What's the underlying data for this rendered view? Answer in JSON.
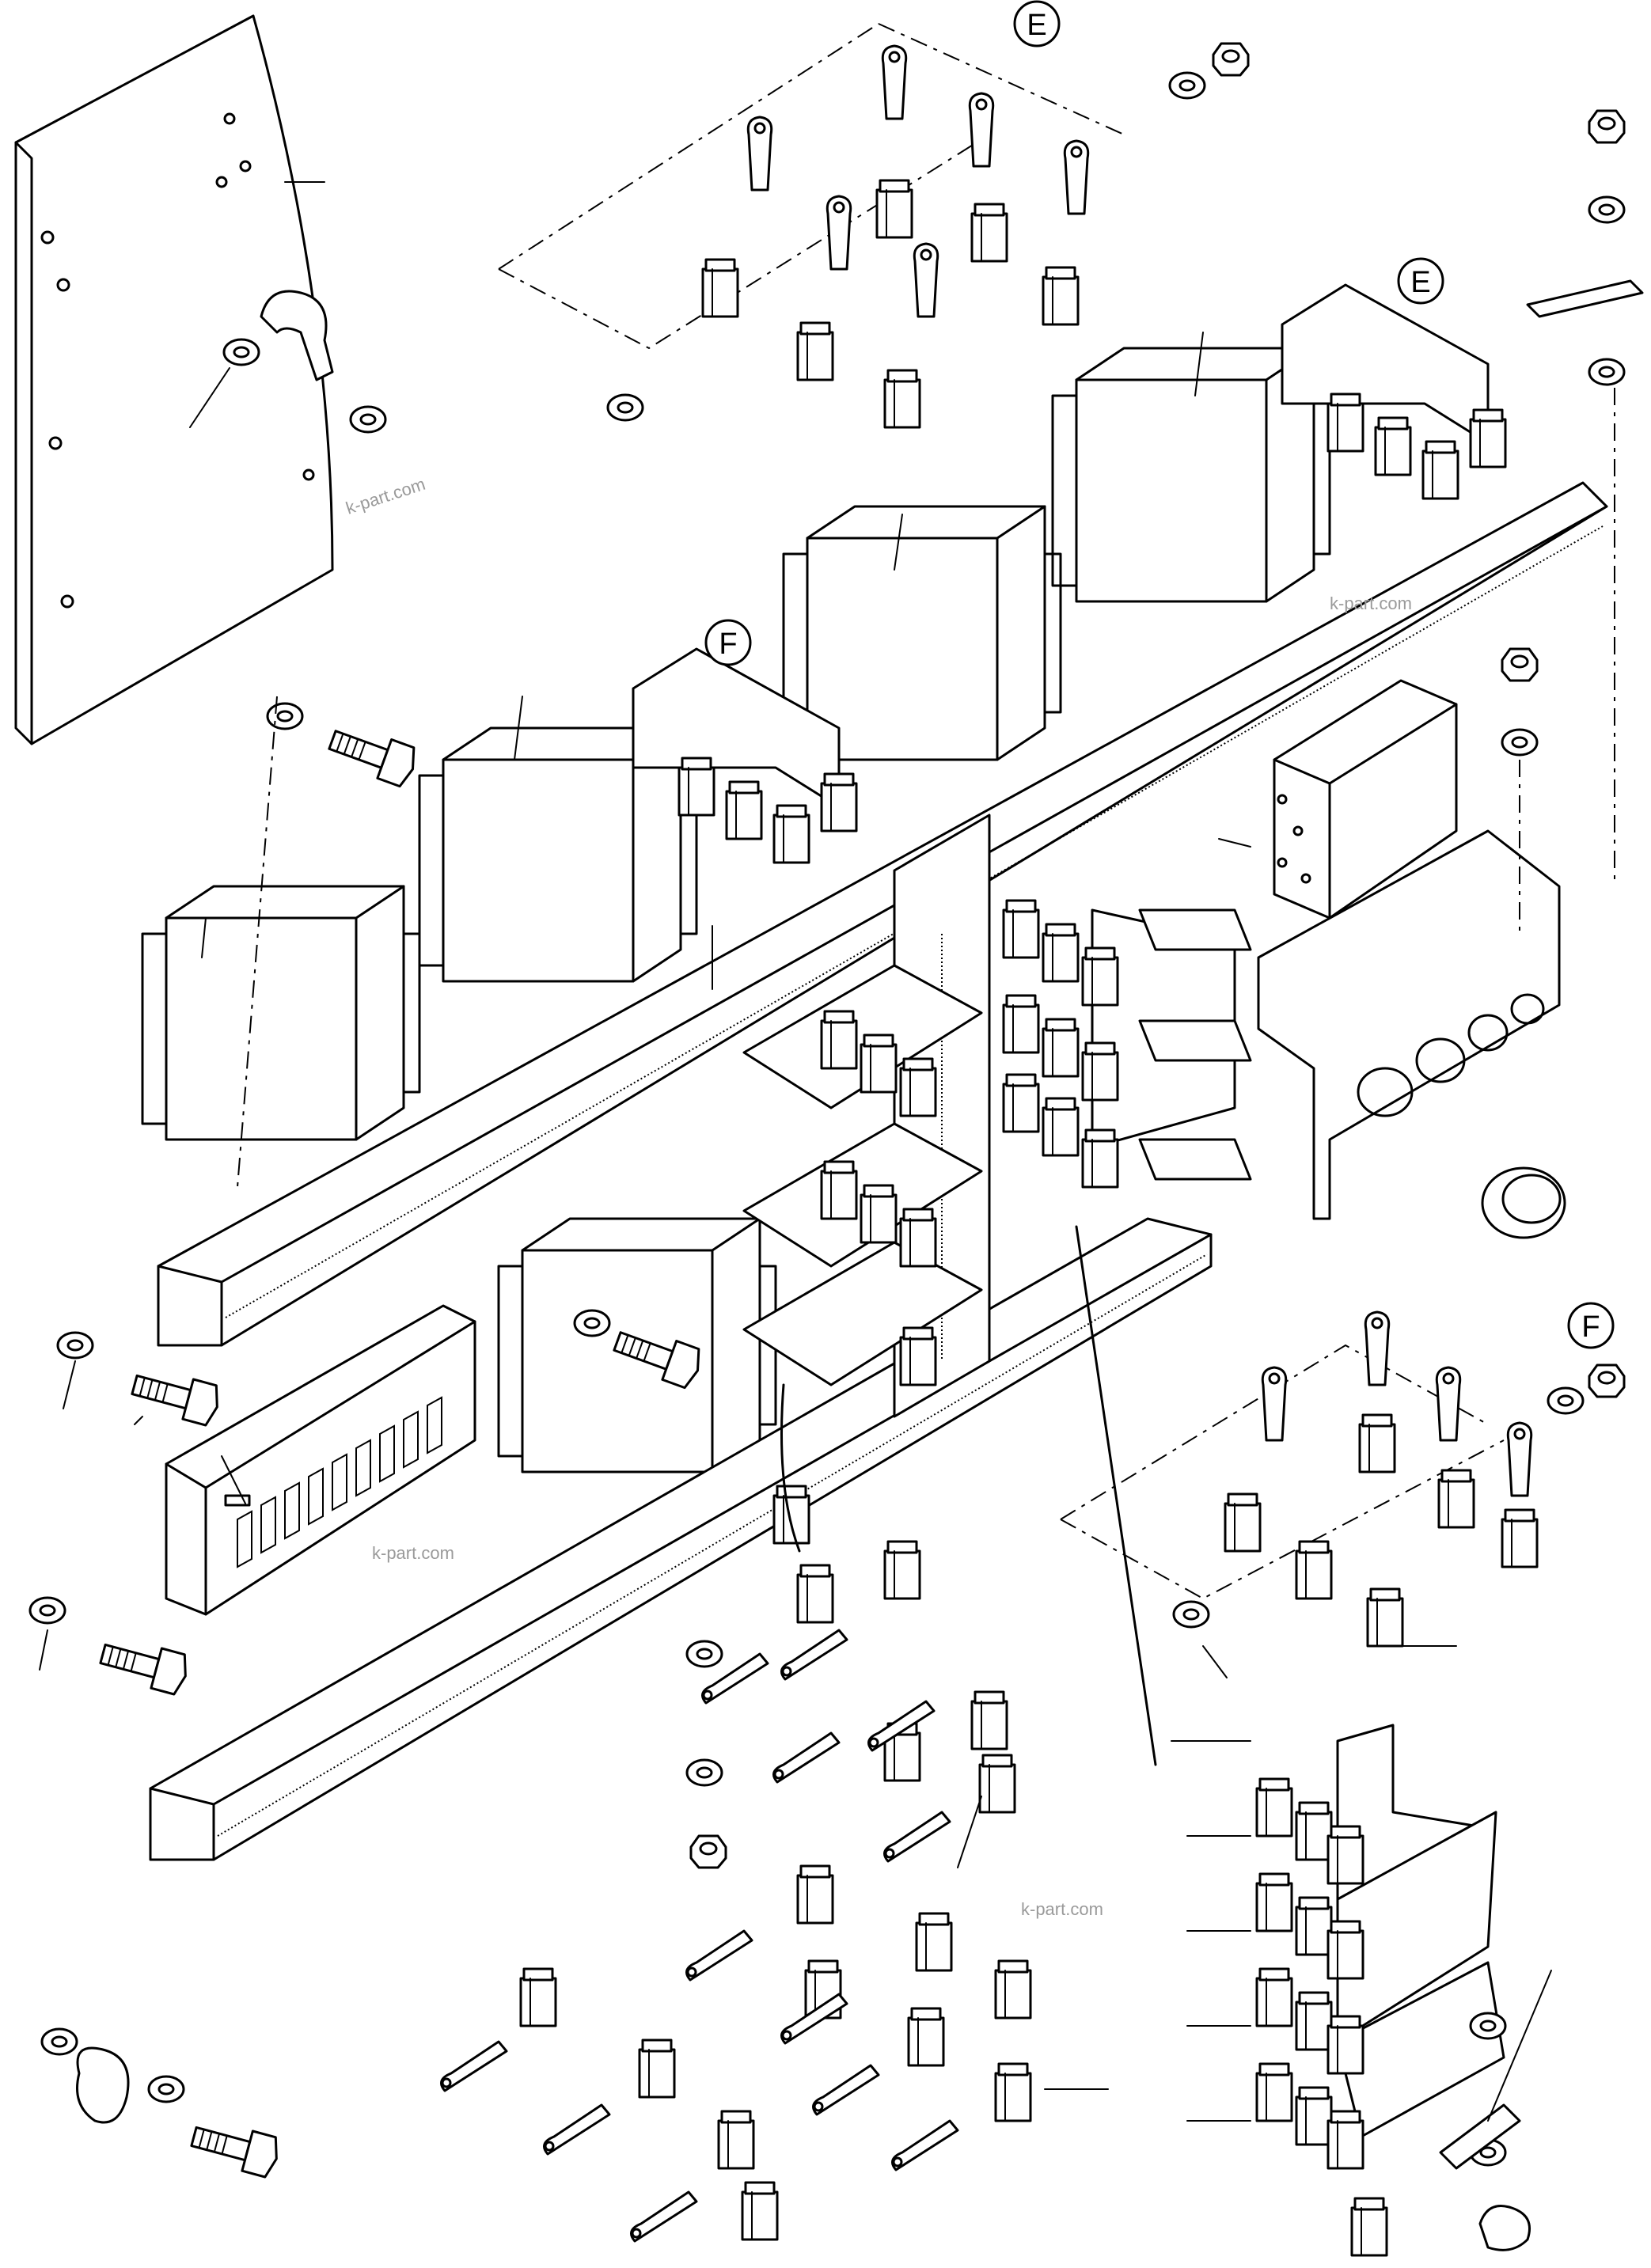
{
  "callouts": {
    "e_top": "E",
    "e_mid": "E",
    "f_mid": "F",
    "f_right": "F"
  },
  "watermarks": {
    "w1": "k-part.com",
    "w2": "k-part.com",
    "w3": "k-part.com",
    "w4": "k-part.com"
  }
}
